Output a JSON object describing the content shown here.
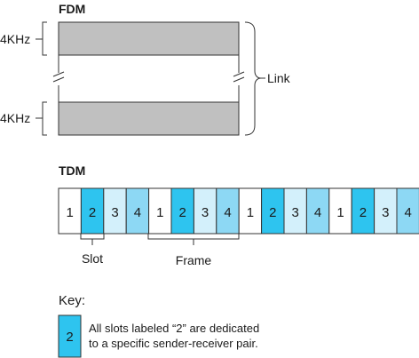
{
  "fdm": {
    "heading": "FDM",
    "band_top_label": "4KHz",
    "band_bottom_label": "4KHz",
    "link_label": "Link",
    "band_fill": "#c0c0c0"
  },
  "tdm": {
    "heading": "TDM",
    "slots": [
      {
        "label": "1",
        "color": "#ffffff"
      },
      {
        "label": "2",
        "color": "#2ec4ef"
      },
      {
        "label": "3",
        "color": "#d3f0fb"
      },
      {
        "label": "4",
        "color": "#8dd8f4"
      },
      {
        "label": "1",
        "color": "#ffffff"
      },
      {
        "label": "2",
        "color": "#2ec4ef"
      },
      {
        "label": "3",
        "color": "#d3f0fb"
      },
      {
        "label": "4",
        "color": "#8dd8f4"
      },
      {
        "label": "1",
        "color": "#ffffff"
      },
      {
        "label": "2",
        "color": "#2ec4ef"
      },
      {
        "label": "3",
        "color": "#d3f0fb"
      },
      {
        "label": "4",
        "color": "#8dd8f4"
      },
      {
        "label": "1",
        "color": "#ffffff"
      },
      {
        "label": "2",
        "color": "#2ec4ef"
      },
      {
        "label": "3",
        "color": "#d3f0fb"
      },
      {
        "label": "4",
        "color": "#8dd8f4"
      }
    ],
    "slot_label": "Slot",
    "frame_label": "Frame"
  },
  "key": {
    "title": "Key:",
    "swatch_label": "2",
    "swatch_color": "#2ec4ef",
    "desc_line1": "All slots labeled “2” are dedicated",
    "desc_line2": "to a specific sender-receiver pair."
  }
}
